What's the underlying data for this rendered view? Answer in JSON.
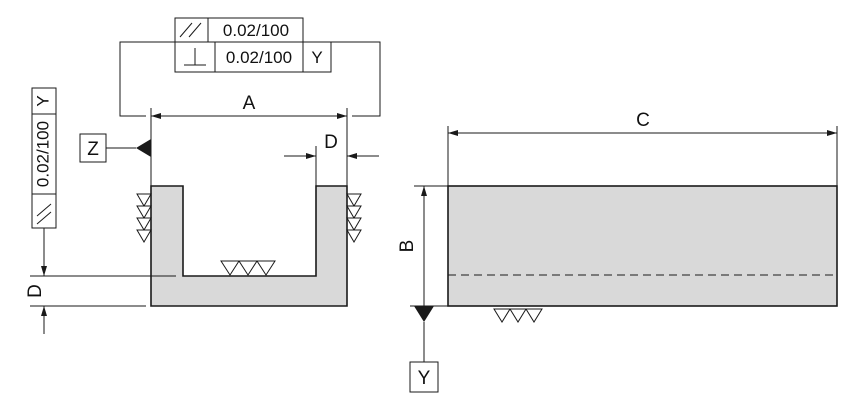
{
  "left_view": {
    "dim_width": "A",
    "dim_wall": "D",
    "dim_depth": "D",
    "datum_side": "Z",
    "parallelism_frame": {
      "symbol": "//",
      "tolerance": "0.02/100"
    },
    "perpendicularity_frame": {
      "symbol": "⊥",
      "tolerance": "0.02/100",
      "datum": "Y"
    },
    "vertical_frame": {
      "symbol": "//",
      "tolerance": "0.02/100",
      "datum": "Y"
    }
  },
  "right_view": {
    "dim_length": "C",
    "dim_height": "B",
    "datum_bottom": "Y"
  },
  "icons": [
    "surface-finish-icon",
    "datum-triangle-icon",
    "parallelism-icon",
    "perpendicularity-icon"
  ]
}
